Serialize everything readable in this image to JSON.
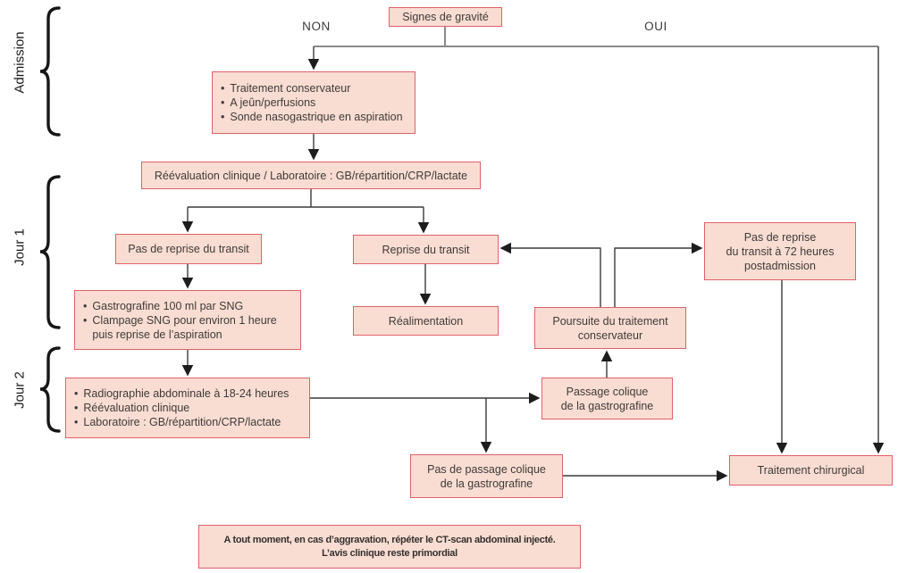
{
  "stages": {
    "admission": "Admission",
    "jour1": "Jour 1",
    "jour2": "Jour 2"
  },
  "branches": {
    "non": "NON",
    "oui": "OUI"
  },
  "nodes": {
    "signes": "Signes de gravité",
    "conservateur": [
      "Traitement conservateur",
      "A jeûn/perfusions",
      "Sonde nasogastrique en aspiration"
    ],
    "reevaluation": "Réévaluation clinique / Laboratoire : GB/répartition/CRP/lactate",
    "pas_reprise": "Pas de reprise du transit",
    "reprise": "Reprise du transit",
    "gastrografine": [
      "Gastrografine 100 ml par SNG",
      "Clampage SNG pour environ 1 heure\npuis reprise de l’aspiration"
    ],
    "realimentation": "Réalimentation",
    "poursuite": "Poursuite du traitement\nconservateur",
    "pas_reprise_72": "Pas de reprise\ndu transit à 72 heures\npostadmission",
    "radiographie": [
      "Radiographie abdominale à 18-24 heures",
      "Réévaluation clinique",
      "Laboratoire : GB/répartition/CRP/lactate"
    ],
    "passage": "Passage colique\nde la gastrografine",
    "pas_passage": "Pas de passage colique\nde la gastrografine",
    "chirurgical": "Traitement chirurgical"
  },
  "note": {
    "line1": "A tout moment, en cas d’aggravation, répéter le CT-scan abdominal injecté.",
    "line2": "L’avis clinique reste primordial"
  },
  "colors": {
    "box_fill": "#f9ddd2",
    "box_border": "#e0606a",
    "line": "#3a3a3a",
    "gray_line": "#8a8a8a"
  }
}
